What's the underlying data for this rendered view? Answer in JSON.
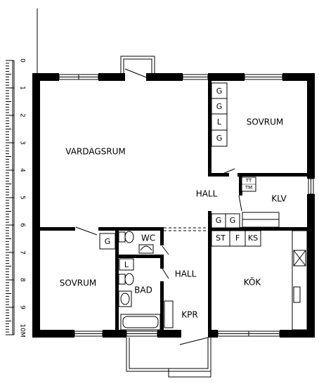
{
  "rooms": {
    "vardagsrum": "VARDAGSRUM",
    "sovrum_top": "SOVRUM",
    "sovrum_bottom": "SOVRUM",
    "hall_upper": "HALL",
    "hall_lower": "HALL",
    "klv": "KLV",
    "wc": "WC",
    "bad": "BAD",
    "kok": "KÖK",
    "kpr": "KPR"
  },
  "fixtures": {
    "closet_g1": "G",
    "closet_g2": "G",
    "closet_l": "L",
    "closet_g3": "G",
    "tt": "TT",
    "tm": "TM",
    "hall_g1": "G",
    "hall_g2": "G",
    "sovrum_g": "G",
    "bath_l": "L",
    "st": "ST",
    "f": "F",
    "ks": "KS"
  },
  "scale": {
    "ticks": [
      "0",
      "1",
      "2",
      "3",
      "4",
      "5",
      "6",
      "7",
      "8",
      "9",
      "10M"
    ]
  }
}
